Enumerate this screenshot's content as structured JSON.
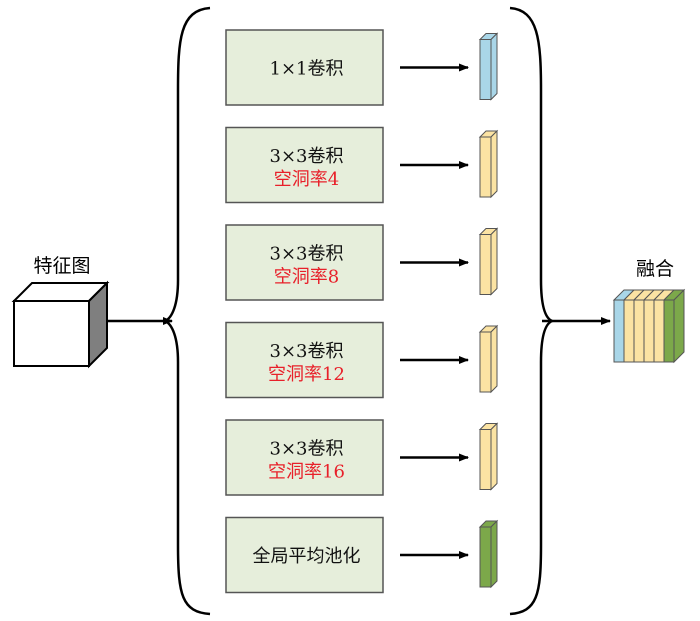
{
  "input": {
    "label": "特征图"
  },
  "output": {
    "label": "融合"
  },
  "branches": [
    {
      "line1": "1×1卷积",
      "line2": "",
      "feature_color": "#a9d6e8"
    },
    {
      "line1": "3×3卷积",
      "line2": "空洞率4",
      "feature_color": "#fbe3a3"
    },
    {
      "line1": "3×3卷积",
      "line2": "空洞率8",
      "feature_color": "#fbe3a3"
    },
    {
      "line1": "3×3卷积",
      "line2": "空洞率12",
      "feature_color": "#fbe3a3"
    },
    {
      "line1": "3×3卷积",
      "line2": "空洞率16",
      "feature_color": "#fbe3a3"
    },
    {
      "line1": "全局平均池化",
      "line2": "",
      "feature_color": "#7ca84a"
    }
  ],
  "colors": {
    "box_fill": "#e6eedb",
    "box_stroke": "#555555",
    "rate_text": "#e8202a",
    "text": "#111111",
    "arrow": "#000000"
  }
}
